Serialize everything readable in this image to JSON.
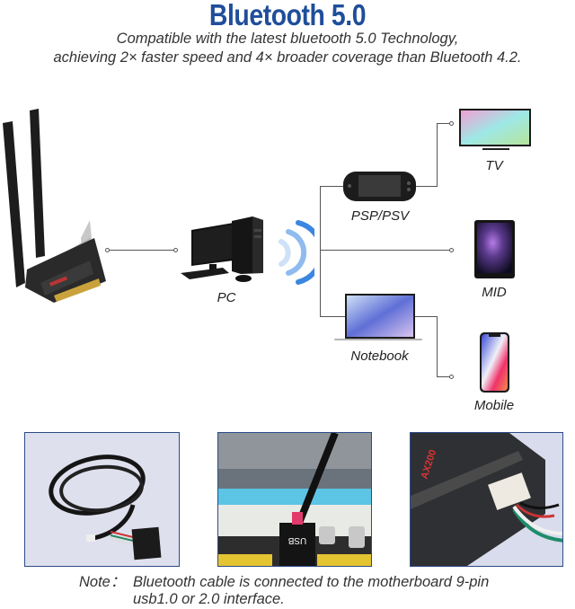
{
  "header": {
    "title": "Bluetooth 5.0",
    "subtitle_line1": "Compatible with the latest bluetooth 5.0 Technology,",
    "subtitle_line2": "achieving 2× faster speed and 4× broader coverage than Bluetooth 4.2."
  },
  "diagram": {
    "source": {
      "label": "PC"
    },
    "devices": [
      {
        "id": "psp",
        "label": "PSP/PSV"
      },
      {
        "id": "tv",
        "label": "TV"
      },
      {
        "id": "mid",
        "label": "MID"
      },
      {
        "id": "notebook",
        "label": "Notebook"
      },
      {
        "id": "mobile",
        "label": "Mobile"
      }
    ],
    "signal_icon": "bluetooth-wireless-signal",
    "colors": {
      "title": "#1f4e9a",
      "signal": "#3b86e0",
      "lines": "#555555",
      "panel_border": "#2c4b86"
    }
  },
  "photos": [
    {
      "id": "cable",
      "desc": "USB header cable"
    },
    {
      "id": "motherboard",
      "desc": "USB header on motherboard",
      "connector_text": "USB"
    },
    {
      "id": "card",
      "desc": "AX200 card connector",
      "chip_text": "AX200"
    }
  ],
  "note": {
    "prefix": "Note：",
    "line1": "Bluetooth cable is connected to the motherboard 9-pin",
    "line2": "usb1.0 or 2.0 interface."
  }
}
